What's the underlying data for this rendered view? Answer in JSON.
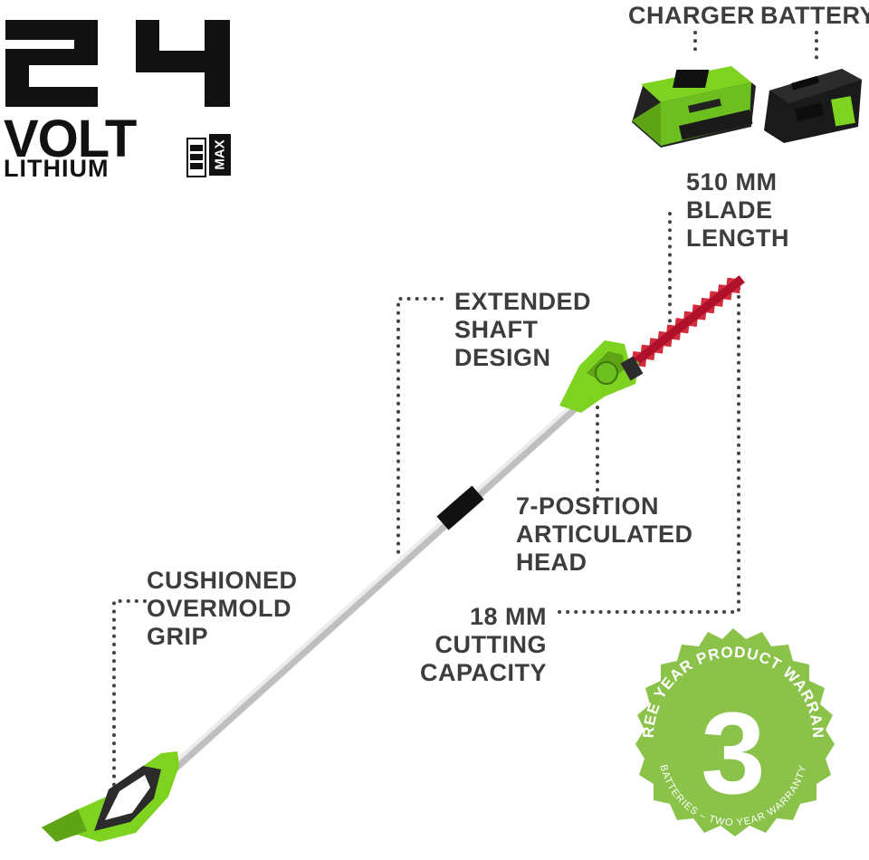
{
  "logo": {
    "number": "24",
    "volt": "VOLT",
    "lithium": "LITHIUM",
    "max": "MAX"
  },
  "accessories": {
    "charger_label": "CHARGER",
    "battery_label": "BATTERY"
  },
  "features": {
    "blade_length": "510 MM\nBLADE\nLENGTH",
    "extended_shaft": "EXTENDED\nSHAFT\nDESIGN",
    "articulated_head": "7-POSITION\nARTICULATED\nHEAD",
    "cutting_capacity": "18 MM\nCUTTING\nCAPACITY",
    "grip": "CUSHIONED\nOVERMOLD\nGRIP"
  },
  "warranty": {
    "number": "3",
    "top_text": "THREE YEAR PRODUCT WARRANTY",
    "bottom_text": "BATTERIES – TWO YEAR WARRANTY"
  },
  "colors": {
    "brand_green": "#7ed321",
    "badge_green": "#8bc34a",
    "label_gray": "#3d3d3d",
    "blade_red": "#c8102e"
  }
}
